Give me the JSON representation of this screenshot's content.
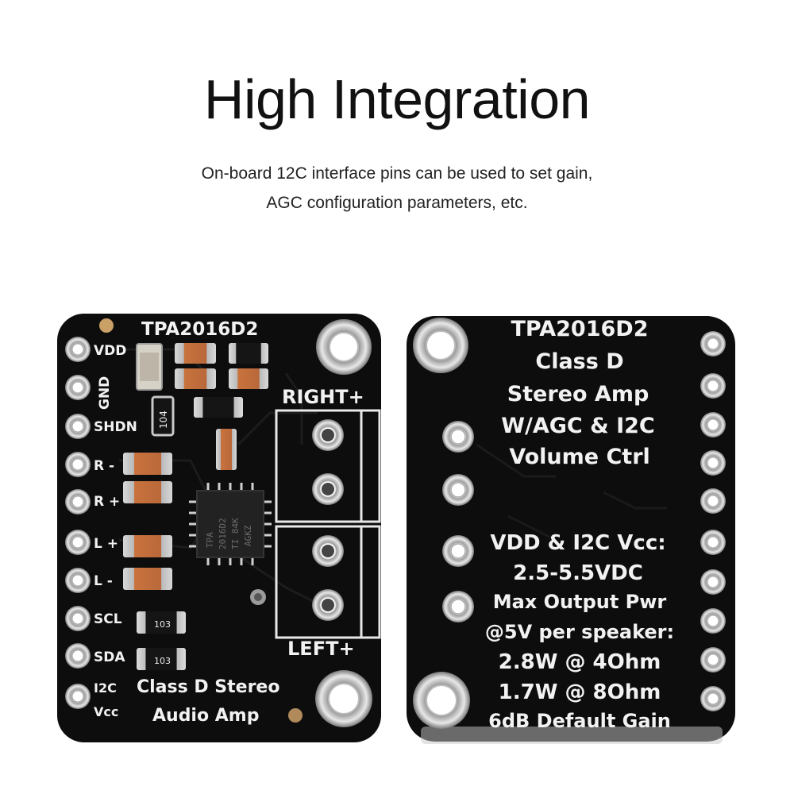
{
  "headline": "High Integration",
  "description": {
    "line1": "On-board 12C interface pins can be used to set gain,",
    "line2": "AGC configuration parameters, etc."
  },
  "front_board": {
    "chip_name": "TPA2016D2",
    "pins": [
      "VDD",
      "GND",
      "SHDN",
      "R -",
      "R +",
      "L +",
      "L -",
      "SCL",
      "SDA"
    ],
    "i2c_vcc_top": "I2C",
    "i2c_vcc_bottom": "Vcc",
    "right_label": "RIGHT+",
    "left_label": "LEFT+",
    "desc_line1": "Class D Stereo",
    "desc_line2": "Audio Amp",
    "resistor_104": "104",
    "resistor_103_a": "103",
    "resistor_103_b": "103",
    "ic_marking_line1": "2016D2",
    "ic_marking_line2": "TI 84K",
    "ic_marking_line3": "AGKZ",
    "ic_marking_side": "TPA"
  },
  "back_board": {
    "lines": [
      "TPA2016D2",
      "Class D",
      "Stereo Amp",
      "W/AGC & I2C",
      "Volume Ctrl",
      "VDD & I2C Vcc:",
      "2.5-5.5VDC",
      "Max Output Pwr",
      "@5V per speaker:",
      "2.8W @ 4Ohm",
      "1.7W @ 8Ohm",
      "6dB Default Gain"
    ]
  },
  "colors": {
    "pcb": "#0d0d0d",
    "silkscreen": "#f2f2f2",
    "pad": "#b8b8b8",
    "capacitor_tan": "#c9733e"
  }
}
